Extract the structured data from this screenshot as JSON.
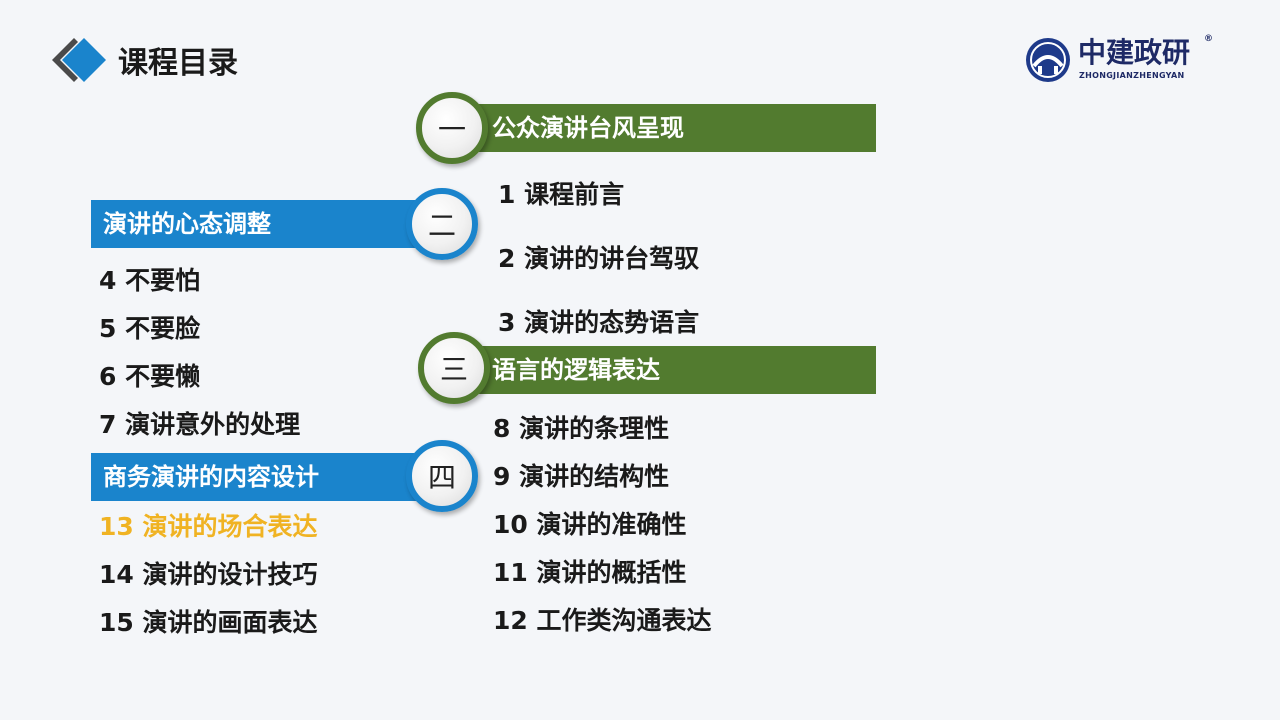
{
  "header": {
    "title": "课程目录"
  },
  "logo": {
    "name": "中建政研",
    "pinyin": "ZHONGJIANZHENGYAN",
    "registered": "®",
    "icon": "globe-arch-logo-icon"
  },
  "sections": [
    {
      "number": "一",
      "title": "公众演讲台风呈现",
      "color": "#527b2f",
      "items": [
        "1 课程前言",
        "2 演讲的讲台驾驭",
        "3 演讲的态势语言"
      ]
    },
    {
      "number": "二",
      "title": "演讲的心态调整",
      "color": "#1a84cc",
      "items": [
        "4 不要怕",
        "5 不要脸",
        "6 不要懒",
        "7 演讲意外的处理"
      ]
    },
    {
      "number": "三",
      "title": "语言的逻辑表达",
      "color": "#527b2f",
      "items": [
        "8 演讲的条理性",
        "9 演讲的结构性",
        "10 演讲的准确性",
        "11 演讲的概括性",
        "12 工作类沟通表达"
      ]
    },
    {
      "number": "四",
      "title": "商务演讲的内容设计",
      "color": "#1a84cc",
      "items": [
        "13 演讲的场合表达",
        "14 演讲的设计技巧",
        "15 演讲的画面表达"
      ]
    }
  ],
  "highlight_color": "#f0b323"
}
